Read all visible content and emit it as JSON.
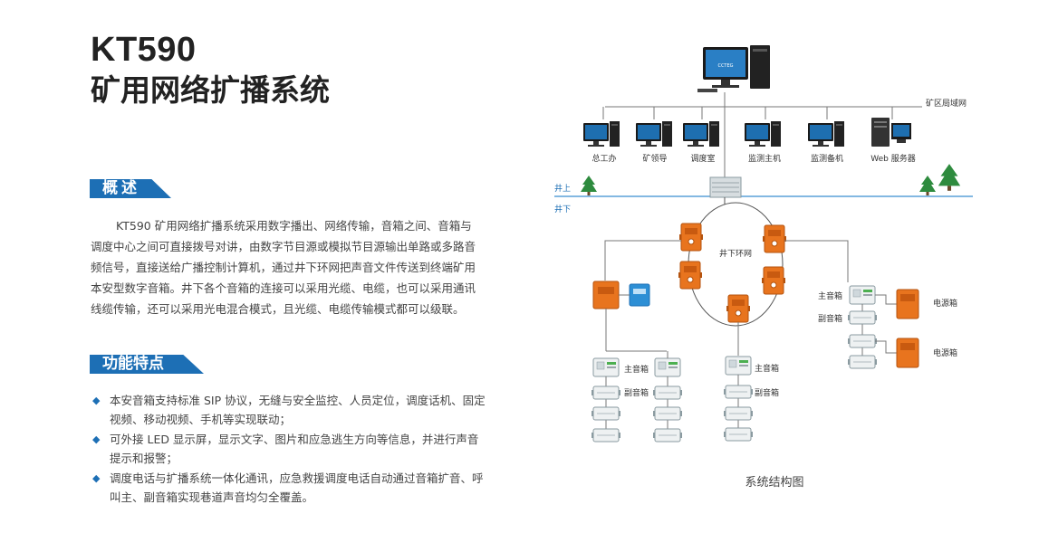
{
  "header": {
    "model": "KT590",
    "title": "矿用网络扩播系统"
  },
  "overview": {
    "heading": "概述",
    "text": "KT590 矿用网络扩播系统采用数字播出、网络传输，音箱之间、音箱与调度中心之间可直接拨号对讲，由数字节目源或模拟节目源输出单路或多路音频信号，直接送给广播控制计算机，通过井下环网把声音文件传送到终端矿用本安型数字音箱。井下各个音箱的连接可以采用光缆、电缆，也可以采用通讯线缆传输，还可以采用光电混合模式，且光缆、电缆传输模式都可以级联。"
  },
  "features": {
    "heading": "功能特点",
    "items": [
      "本安音箱支持标准 SIP 协议，无缝与安全监控、人员定位，调度话机、固定视频、移动视频、手机等实现联动；",
      "可外接 LED 显示屏，显示文字、图片和应急逃生方向等信息，并进行声音提示和报警；",
      "调度电话与扩播系统一体化通讯，应急救援调度电话自动通过音箱扩音、呼叫主、副音箱实现巷道声音均匀全覆盖。"
    ]
  },
  "diagram": {
    "caption": "系统结构图",
    "lan_label": "矿区局域网",
    "computers": [
      "总工办",
      "矿领导",
      "调度室",
      "监测主机",
      "监测备机",
      "Web 服务器"
    ],
    "above_ground": "井上",
    "below_ground": "井下",
    "ring_label": "井下环网",
    "main_box": "主音箱",
    "sub_box": "副音箱",
    "power_box": "电源箱"
  },
  "colors": {
    "accent": "#1d6fb5",
    "orange": "#e8741e",
    "ground": "#5aa0d8",
    "tree": "#2e8b3e"
  }
}
